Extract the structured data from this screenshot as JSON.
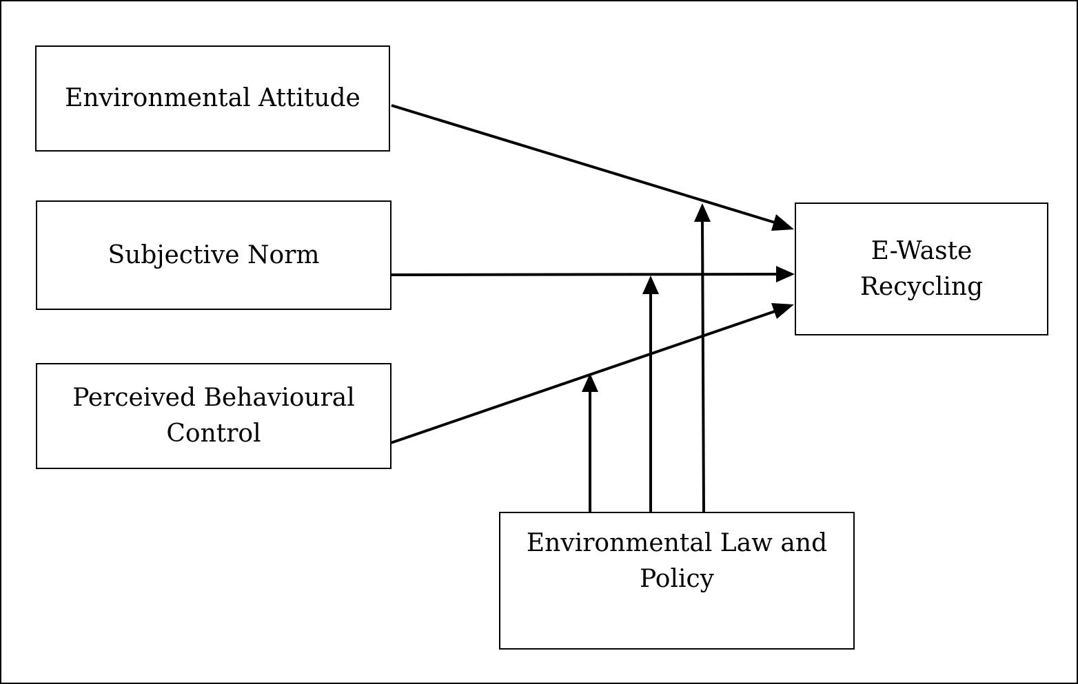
{
  "nodes": {
    "environmental_attitude": {
      "lines": [
        "Environmental Attitude"
      ]
    },
    "subjective_norm": {
      "lines": [
        "Subjective Norm"
      ]
    },
    "perceived_behavioural_control": {
      "lines": [
        "Perceived Behavioural",
        "Control"
      ]
    },
    "ewaste_recycling": {
      "lines": [
        "E-Waste",
        "Recycling"
      ]
    },
    "environmental_law_policy": {
      "lines": [
        "Environmental Law and",
        "Policy"
      ]
    }
  },
  "edges": [
    {
      "from": "environmental_attitude",
      "to": "ewaste_recycling"
    },
    {
      "from": "subjective_norm",
      "to": "ewaste_recycling"
    },
    {
      "from": "perceived_behavioural_control",
      "to": "ewaste_recycling"
    },
    {
      "from": "environmental_law_policy",
      "to_edge": "environmental_attitude->ewaste_recycling"
    },
    {
      "from": "environmental_law_policy",
      "to_edge": "subjective_norm->ewaste_recycling"
    },
    {
      "from": "environmental_law_policy",
      "to_edge": "perceived_behavioural_control->ewaste_recycling"
    }
  ],
  "colors": {
    "stroke": "#000000",
    "background": "#ffffff"
  }
}
